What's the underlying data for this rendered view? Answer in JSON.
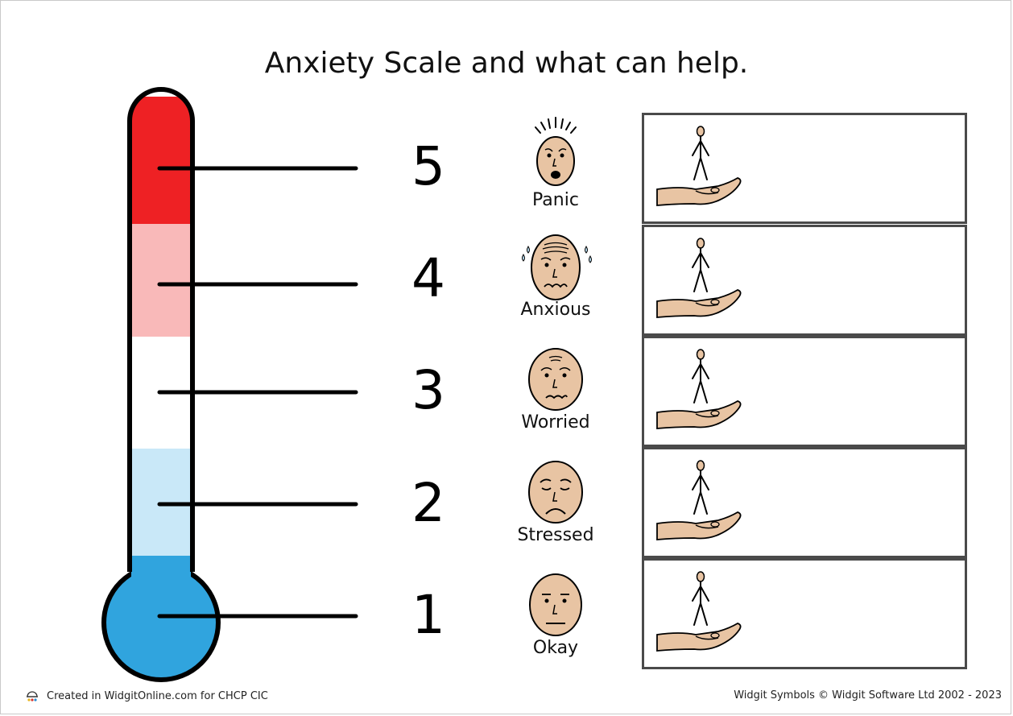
{
  "title": "Anxiety Scale and what can help.",
  "levels": [
    {
      "number": "5",
      "label": "Panic",
      "icon": "panic-face-icon",
      "color": "#ee2124"
    },
    {
      "number": "4",
      "label": "Anxious",
      "icon": "anxious-face-icon",
      "color": "#f9b9b9"
    },
    {
      "number": "3",
      "label": "Worried",
      "icon": "worried-face-icon",
      "color": "#ffffff"
    },
    {
      "number": "2",
      "label": "Stressed",
      "icon": "stressed-face-icon",
      "color": "#c9e8f8"
    },
    {
      "number": "1",
      "label": "Okay",
      "icon": "okay-face-icon",
      "color": "#30a4de"
    }
  ],
  "help_icon": "person-on-hand-help-icon",
  "footer": {
    "left": "Created in WidgitOnline.com for CHCP CIC",
    "right": "Widgit Symbols © Widgit Software Ltd 2002 - 2023",
    "logo_icon": "widgit-logo-icon"
  }
}
